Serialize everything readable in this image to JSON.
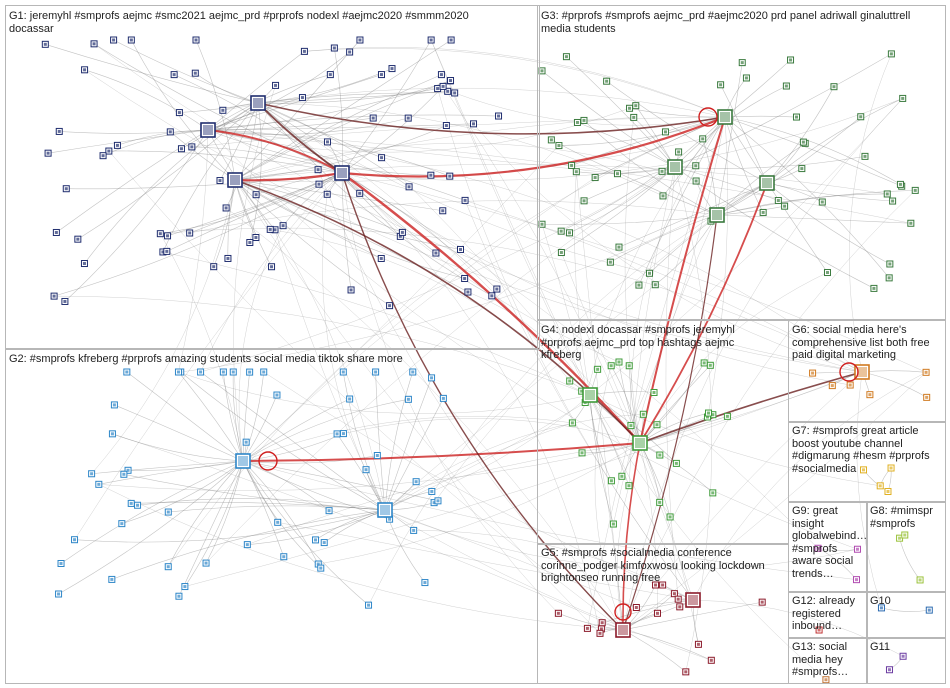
{
  "groups": [
    {
      "id": "G1",
      "label": "G1: jeremyhl #smprofs aejmc #smc2021 aejmc_prd #prprofs nodexl #aejmc2020 #smmm2020 docassar",
      "color": "#1f2d6e"
    },
    {
      "id": "G2",
      "label": "G2: #smprofs kfreberg #prprofs amazing students social media tiktok share more",
      "color": "#2d86c8"
    },
    {
      "id": "G3",
      "label": "G3: #prprofs #smprofs aejmc_prd #aejmc2020 prd panel adriwall ginaluttrell media students",
      "color": "#3a7a3e"
    },
    {
      "id": "G4",
      "label": "G4: nodexl docassar #smprofs jeremyhl #prprofs aejmc_prd top hashtags aejmc kfreberg",
      "color": "#3f9b3a"
    },
    {
      "id": "G5",
      "label": "G5: #smprofs #socialmedia conference corinne_podger kimfoxwosu looking lockdown brightonseo running free",
      "color": "#8b1a2a"
    },
    {
      "id": "G6",
      "label": "G6: social media here's comprehensive list both free paid digital marketing",
      "color": "#d07a20"
    },
    {
      "id": "G7",
      "label": "G7: #smprofs great article boost youtube channel #digmarung #hesm #prprofs #socialmedia",
      "color": "#e0b020"
    },
    {
      "id": "G8",
      "label": "G8: #mimspr #smprofs",
      "color": "#9ac23a"
    },
    {
      "id": "G9",
      "label": "G9: great insight globalwebind… #smprofs aware social trends…",
      "color": "#b04ab0"
    },
    {
      "id": "G10",
      "label": "G10",
      "color": "#2a6ab0"
    },
    {
      "id": "G11",
      "label": "G11",
      "color": "#6a3aa0"
    },
    {
      "id": "G12",
      "label": "G12: already registered inbound…",
      "color": "#c03030"
    },
    {
      "id": "G13",
      "label": "G13: social media hey #smprofs…",
      "color": "#c07030"
    }
  ],
  "colors": {
    "edge": "#7a7a7a",
    "strongEdge": "#cc2020",
    "darkEdge": "#6a2020",
    "panelBorder": "#b7b7b7"
  }
}
